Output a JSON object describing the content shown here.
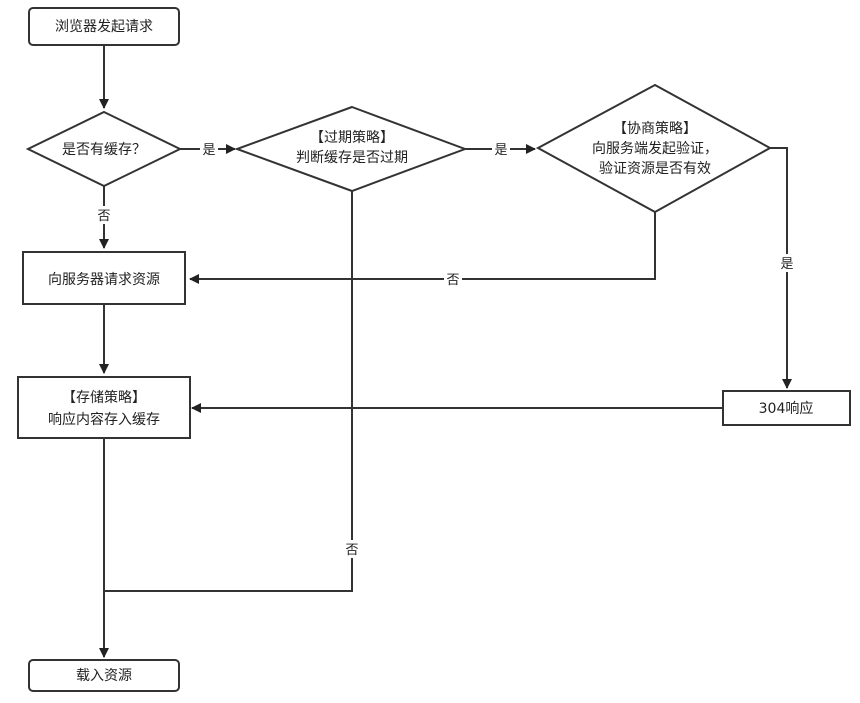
{
  "nodes": {
    "start": "浏览器发起请求",
    "has_cache": "是否有缓存？",
    "expire_title": "【过期策略】",
    "expire_text": "判断缓存是否过期",
    "negotiate_title": "【协商策略】",
    "negotiate_text1": "向服务端发起验证，",
    "negotiate_text2": "验证资源是否有效",
    "request_server": "向服务器请求资源",
    "store_title": "【存储策略】",
    "store_text": "响应内容存入缓存",
    "resp304": "304响应",
    "load": "载入资源"
  },
  "edges": {
    "yes": "是",
    "no": "否"
  }
}
